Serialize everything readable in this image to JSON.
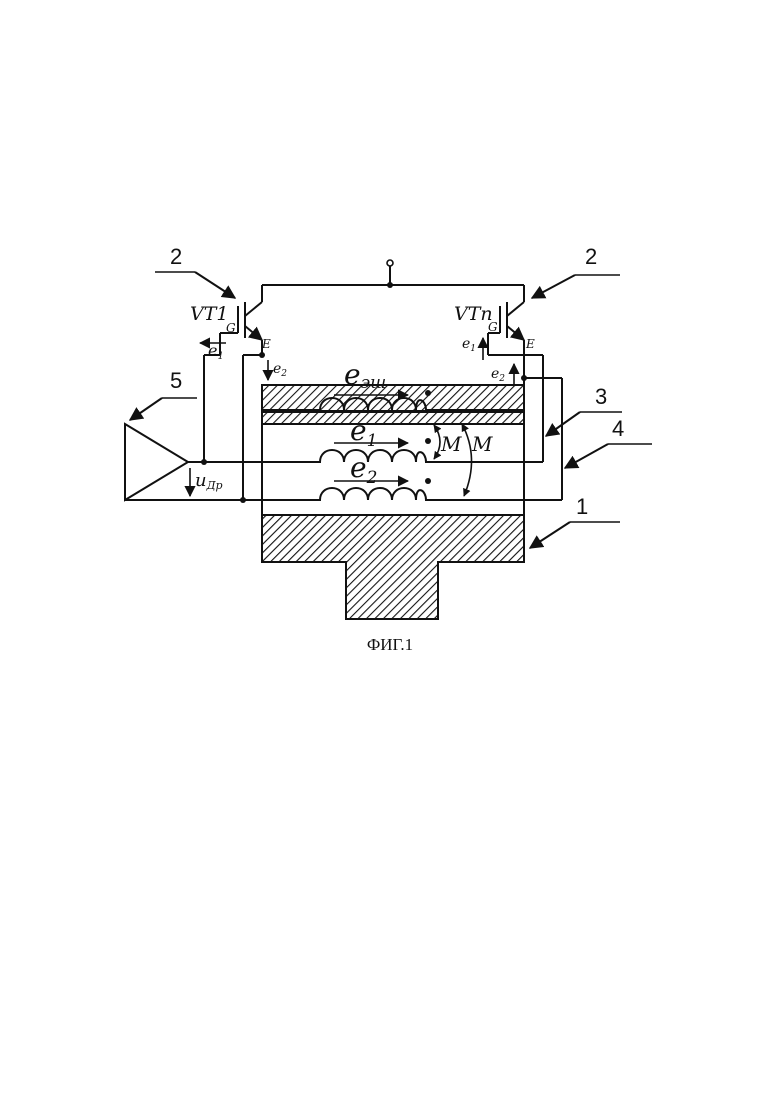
{
  "labels": {
    "transistor_left": "VT1",
    "transistor_right": "VTn",
    "gate": "G",
    "emitter": "E",
    "e1": "e",
    "e1_sub": "1",
    "e2": "e",
    "e2_sub": "2",
    "e_ew": "e",
    "e_ew_sub": "эш",
    "mutual_m": "M",
    "u_dr": "u",
    "u_dr_sub": "Др"
  },
  "callouts": [
    "1",
    "2",
    "3",
    "4",
    "5"
  ],
  "caption": "ФИГ.1"
}
